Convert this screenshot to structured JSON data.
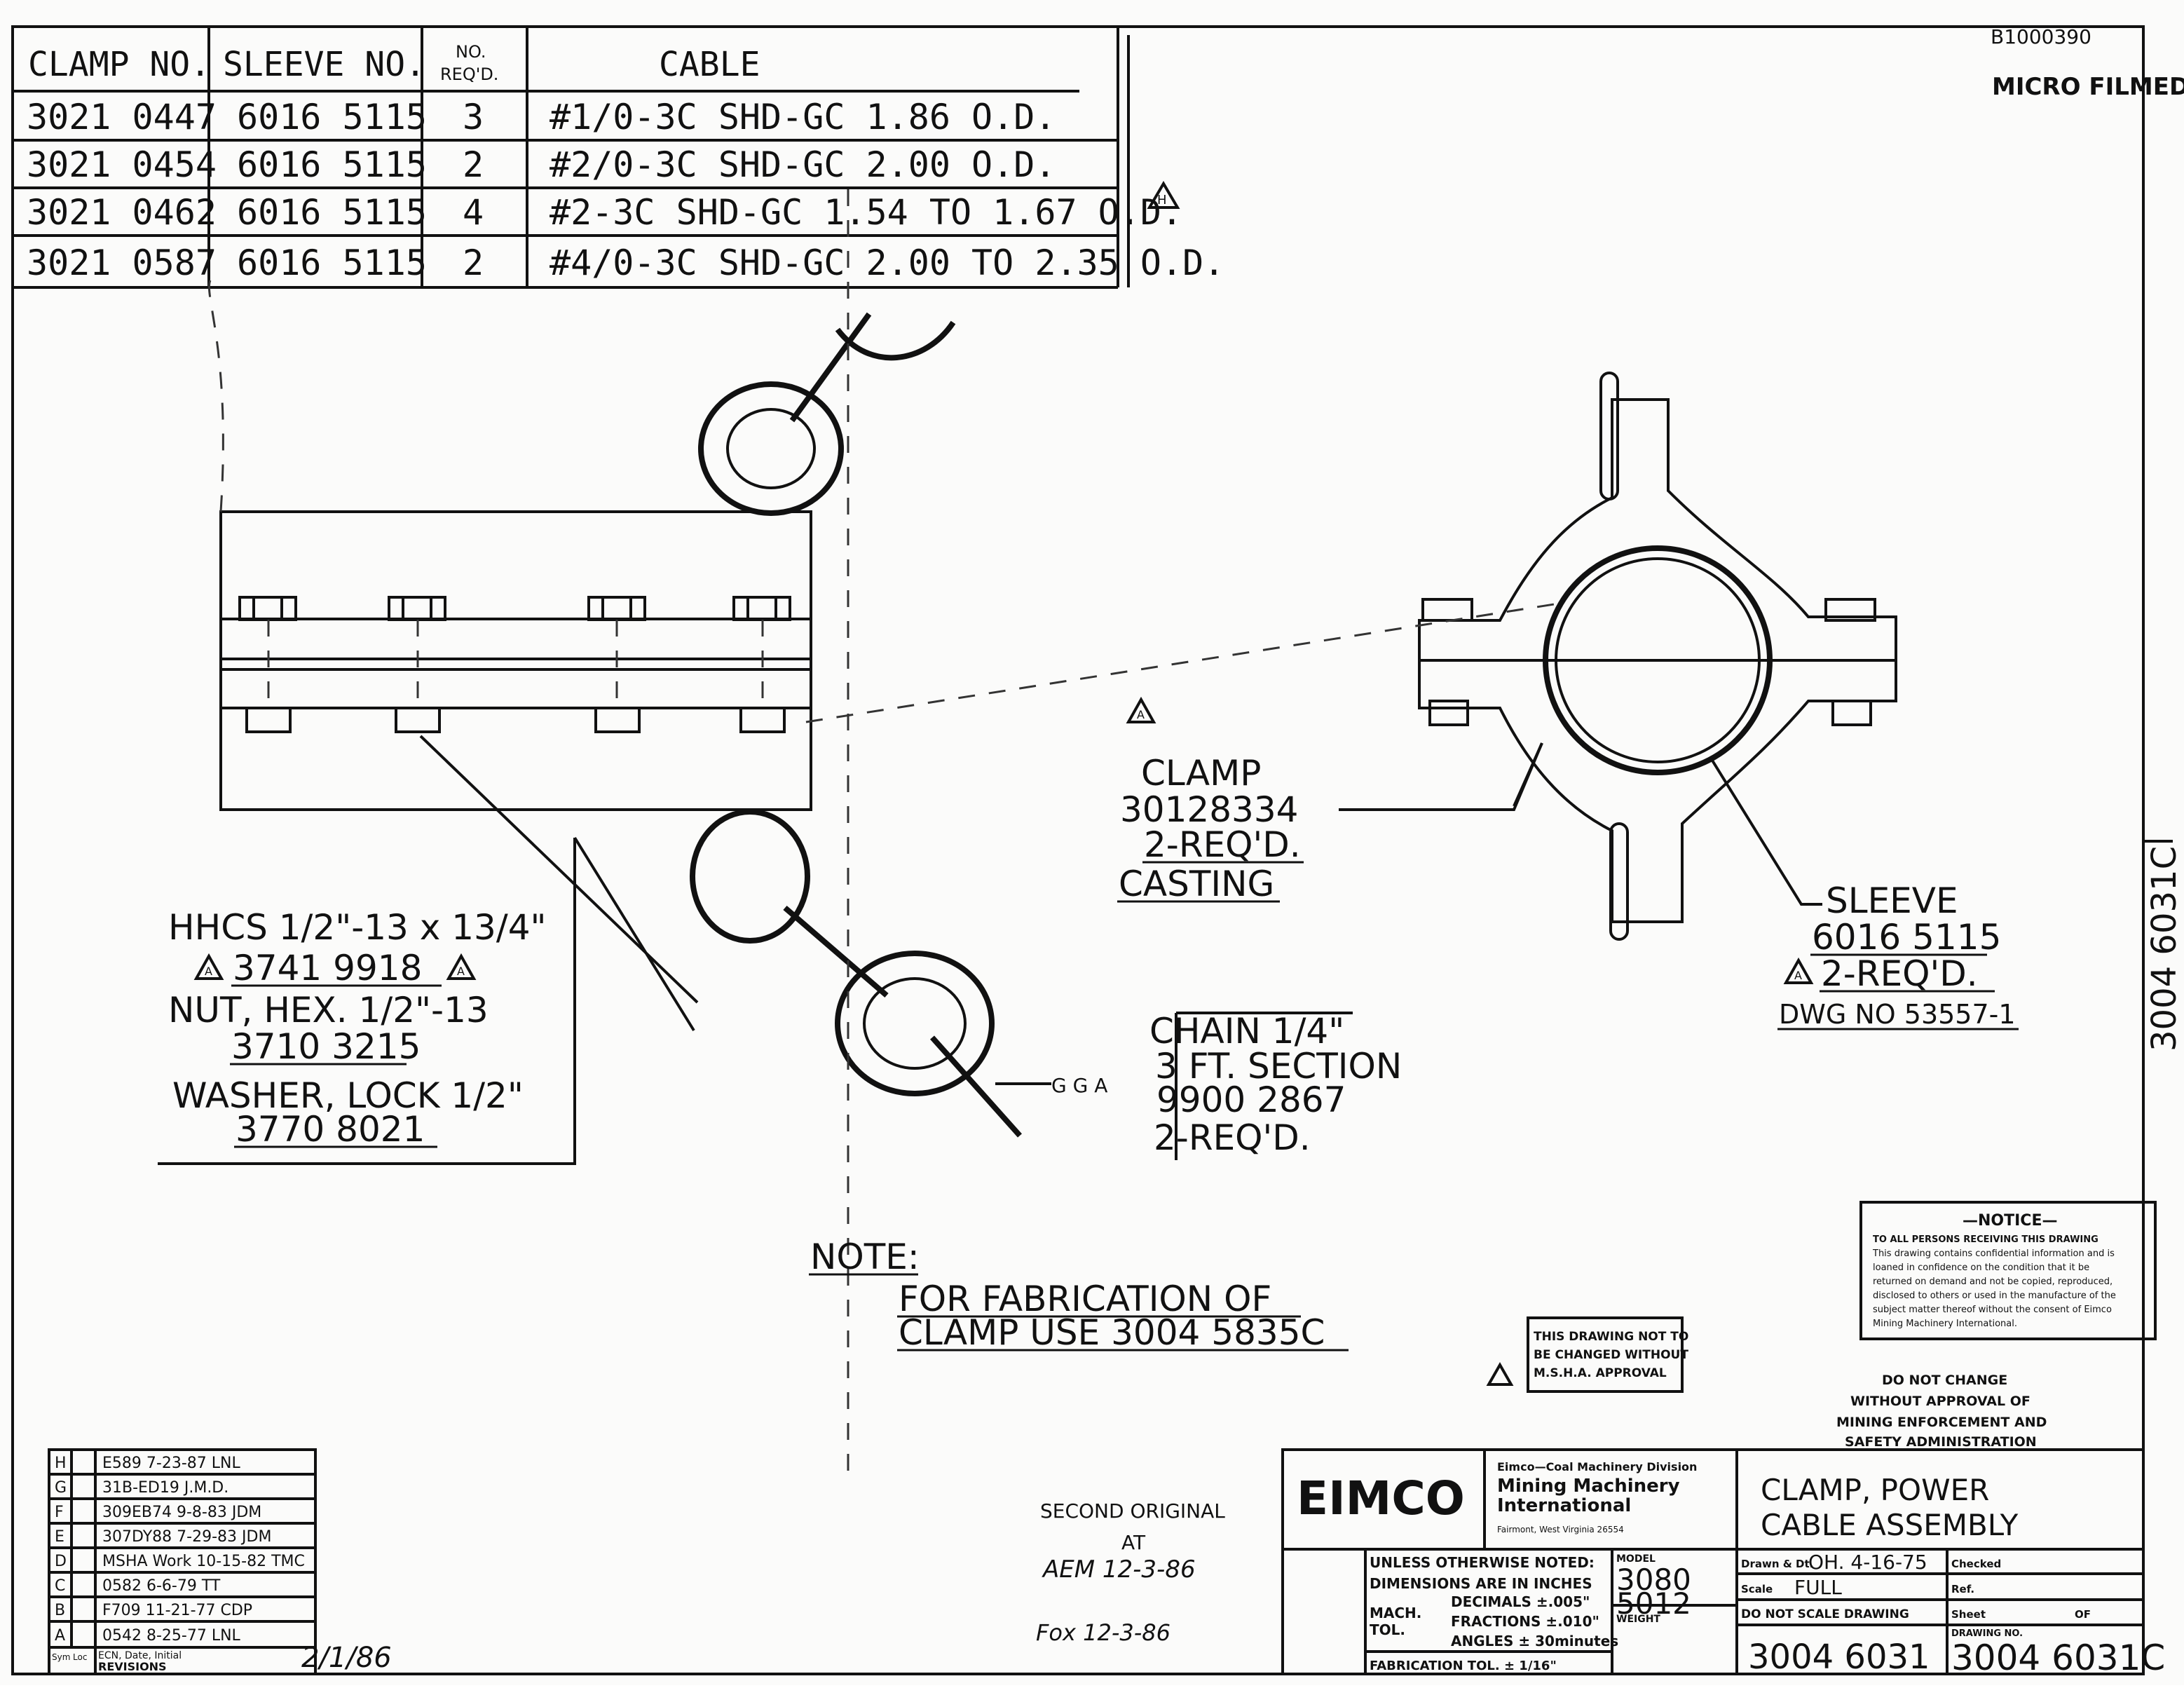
{
  "top_right_number": "B1000390",
  "microfilmed_stamp": "MICRO FILMED",
  "side_drawing_number": "3004 6031C",
  "parts_table": {
    "headers": {
      "clamp": "CLAMP NO.",
      "sleeve": "SLEEVE NO.",
      "req_line1": "NO.",
      "req_line2": "REQ'D.",
      "cable": "CABLE"
    },
    "rows": [
      {
        "clamp": "3021 0447",
        "sleeve": "6016 5115",
        "req": "3",
        "cable": "#1/0-3C SHD-GC 1.86 O.D."
      },
      {
        "clamp": "3021 0454",
        "sleeve": "6016 5115",
        "req": "2",
        "cable": "#2/0-3C SHD-GC 2.00 O.D."
      },
      {
        "clamp": "3021 0462",
        "sleeve": "6016 5115",
        "req": "4",
        "cable": "#2-3C SHD-GC 1.54 TO 1.67 O.D."
      },
      {
        "clamp": "3021 0587",
        "sleeve": "6016 5115",
        "req": "2",
        "cable": "#4/0-3C SHD-GC 2.00 TO 2.35 O.D."
      }
    ],
    "rev_marker": "H"
  },
  "callouts": {
    "hardware": {
      "hhcs": "HHCS 1/2\"-13 x 13/4\"",
      "hhcs_no": "3741  9918",
      "nut": "NUT, HEX. 1/2\"-13",
      "nut_no": "3710 3215",
      "washer": "WASHER, LOCK 1/2\"",
      "washer_no": "3770 8021",
      "rev_marker": "A"
    },
    "clamp": {
      "line1": "CLAMP",
      "line2": "30128334",
      "line3": "2-REQ'D.",
      "line4": "CASTING",
      "rev_marker": "A"
    },
    "sleeve": {
      "line1": "SLEEVE",
      "line2": "6016 5115",
      "line3": "2-REQ'D.",
      "line4": "DWG NO 53557-1",
      "rev_marker": "A"
    },
    "chain": {
      "line1": "CHAIN 1/4\"",
      "line2": "3 FT. SECTION",
      "line3": "9900 2867",
      "line4": "2-REQ'D.",
      "markers": "G G A"
    }
  },
  "note": {
    "heading": "NOTE:",
    "line1": "FOR FABRICATION OF",
    "line2": "CLAMP USE 3004 5835C"
  },
  "msha_box": {
    "line1": "THIS DRAWING NOT TO",
    "line2": "BE CHANGED WITHOUT",
    "line3": "M.S.H.A. APPROVAL"
  },
  "notice": {
    "title": "—NOTICE—",
    "lines": [
      "TO ALL PERSONS RECEIVING THIS DRAWING",
      "This drawing contains confidential information and is",
      "loaned in confidence on the condition that it be",
      "returned on demand and not be copied, reproduced,",
      "disclosed to others or used in the manufacture of the",
      "subject matter thereof without the consent of Eimco",
      "Mining Machinery International."
    ]
  },
  "do_not_change": [
    "DO NOT CHANGE",
    "WITHOUT APPROVAL OF",
    "MINING ENFORCEMENT AND",
    "SAFETY ADMINISTRATION"
  ],
  "revisions": {
    "rows": [
      {
        "sym": "H",
        "text": "E589  7-23-87  LNL"
      },
      {
        "sym": "G",
        "text": "31B-ED19  J.M.D."
      },
      {
        "sym": "F",
        "text": "309EB74  9-8-83  JDM"
      },
      {
        "sym": "E",
        "text": "307DY88  7-29-83  JDM"
      },
      {
        "sym": "D",
        "text": "MSHA Work 10-15-82  TMC"
      },
      {
        "sym": "C",
        "text": "0582  6-6-79  TT"
      },
      {
        "sym": "B",
        "text": "F709  11-21-77  CDP"
      },
      {
        "sym": "A",
        "text": "0542  8-25-77  LNL"
      }
    ],
    "footer_sym": "Sym",
    "footer_loc": "Loc",
    "footer_ecn": "ECN, Date, Initial",
    "footer_title": "REVISIONS",
    "signed_date": "2/1/86"
  },
  "second_original": {
    "line1": "SECOND ORIGINAL",
    "line2": "AT",
    "line3": "AEM 12-3-86",
    "line4": "Fox 12-3-86"
  },
  "title_block": {
    "company_logo": "EIMCO",
    "division": "Eimco—Coal Machinery Division",
    "company_line1": "Mining Machinery",
    "company_line2": "International",
    "location": "Fairmont, West Virginia 26554",
    "title_line1": "CLAMP, POWER",
    "title_line2": "CABLE ASSEMBLY",
    "unless_noted": "UNLESS OTHERWISE NOTED:",
    "dimensions": "DIMENSIONS ARE IN INCHES",
    "mach": "MACH.",
    "tol": "TOL.",
    "decimals": "DECIMALS ±.005\"",
    "fractions": "FRACTIONS ±.010\"",
    "angles": "ANGLES ± 30minutes",
    "fab_tol": "FABRICATION TOL. ± 1/16\"",
    "model_label": "MODEL",
    "model_value_1": "3080",
    "model_value_2": "5012",
    "weight_label": "WEIGHT",
    "drawn_label": "Drawn & Dt.",
    "drawn_value": "OH. 4-16-75",
    "checked_label": "Checked",
    "scale_label": "Scale",
    "scale_value": "FULL",
    "ref_label": "Ref.",
    "do_not_scale": "DO NOT SCALE DRAWING",
    "sheet_label": "Sheet",
    "sheet_of": "OF",
    "drawing_no_label": "DRAWING NO.",
    "part_number": "3004 6031",
    "drawing_number": "3004 6031C"
  }
}
